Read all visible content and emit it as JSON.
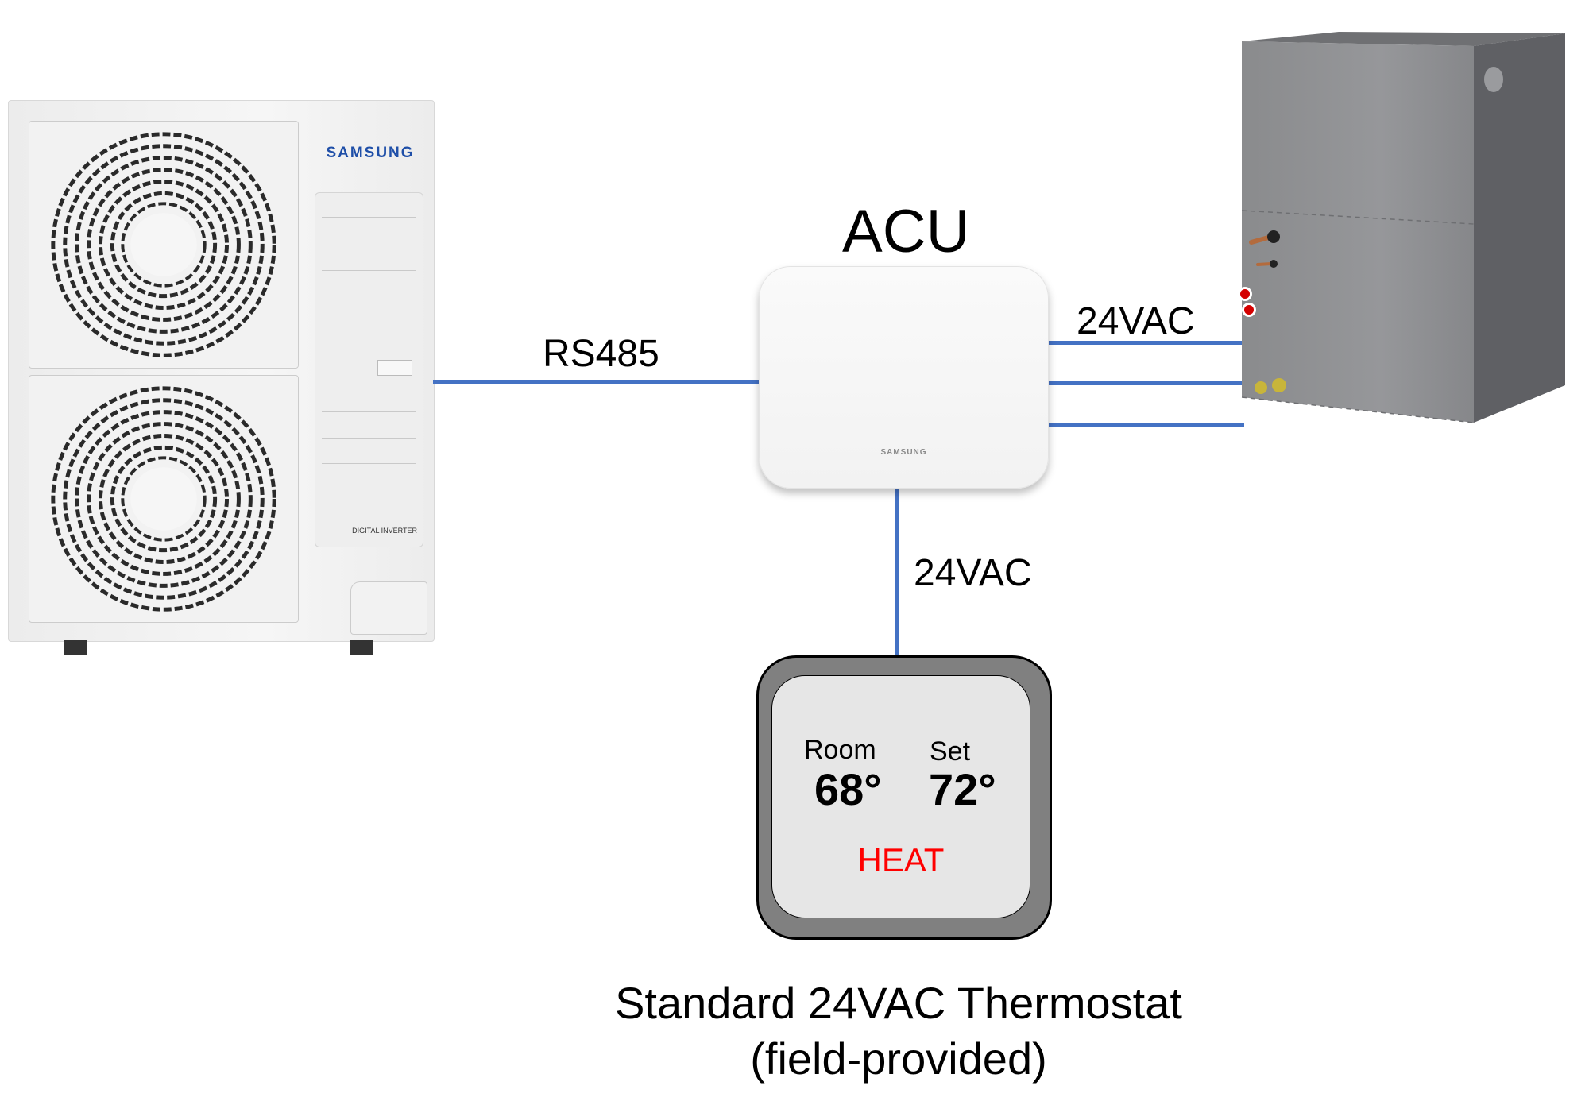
{
  "diagram": {
    "title_acu": "ACU",
    "connections": {
      "outdoor_to_acu": "RS485",
      "acu_to_air_handler": "24VAC",
      "acu_to_thermostat": "24VAC"
    },
    "wire_color": "#4472c4"
  },
  "outdoor_unit": {
    "brand": "SAMSUNG",
    "badge": "DIGITAL INVERTER",
    "brand_color": "#1f4fa8"
  },
  "acu_device": {
    "brand": "SAMSUNG"
  },
  "thermostat": {
    "room_label": "Room",
    "room_value": "68°",
    "set_label": "Set",
    "set_value": "72°",
    "mode": "HEAT",
    "mode_color": "#ff0000",
    "caption_line1": "Standard 24VAC Thermostat",
    "caption_line2": "(field-provided)"
  }
}
